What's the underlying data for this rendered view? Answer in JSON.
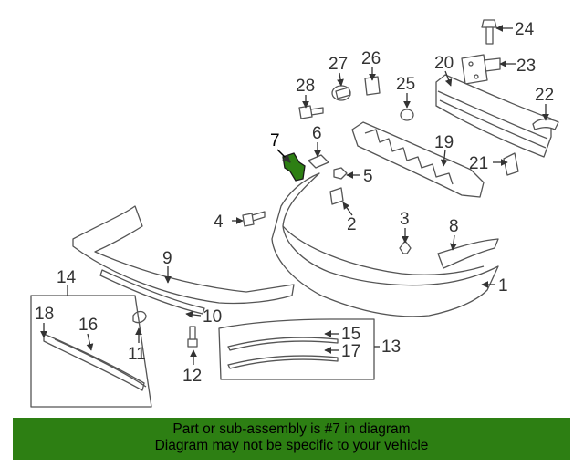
{
  "highlight_color": "#2d7f13",
  "callouts": {
    "n1": "1",
    "n2": "2",
    "n3": "3",
    "n4": "4",
    "n5": "5",
    "n6": "6",
    "n7": "7",
    "n8": "8",
    "n9": "9",
    "n10": "10",
    "n11": "11",
    "n12": "12",
    "n13": "13",
    "n14": "14",
    "n15": "15",
    "n16": "16",
    "n17": "17",
    "n18": "18",
    "n19": "19",
    "n20": "20",
    "n21": "21",
    "n22": "22",
    "n23": "23",
    "n24": "24",
    "n25": "25",
    "n26": "26",
    "n27": "27",
    "n28": "28"
  },
  "banner": {
    "line1": "Part or sub-assembly is #7 in diagram",
    "line2": "Diagram may not be specific to your vehicle"
  }
}
